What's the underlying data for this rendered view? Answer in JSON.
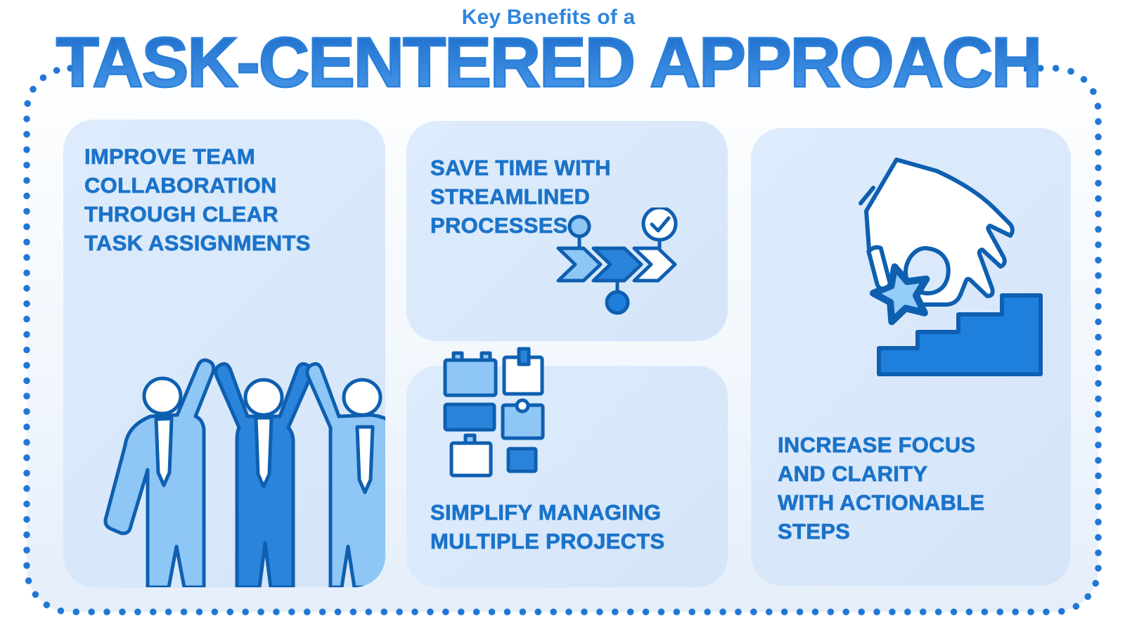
{
  "header": {
    "subtitle": "Key Benefits of a",
    "title": "TASK-CENTERED APPROACH"
  },
  "cards": [
    {
      "id": "improve-team-collaboration",
      "heading": "IMPROVE TEAM\nCOLLABORATION\nTHROUGH CLEAR\nTASK ASSIGNMENTS",
      "icon": "team-high-five-illustration"
    },
    {
      "id": "save-time",
      "heading": "SAVE TIME WITH\nSTREAMLINED\nPROCESSES",
      "icon": "process-flow-arrows-icon"
    },
    {
      "id": "simplify-managing",
      "heading": "SIMPLIFY MANAGING\nMULTIPLE PROJECTS",
      "icon": "sticky-notes-icon"
    },
    {
      "id": "increase-focus",
      "heading": "INCREASE FOCUS\nAND CLARITY\nWITH ACTIONABLE\nSTEPS",
      "icon": "hand-picking-star-stairs-illustration"
    }
  ],
  "palette": {
    "title_blue": "#2b80d8",
    "subtitle_blue": "#2f85e0",
    "heading_blue": "#1b73c9",
    "card_background": "#d9e8fb",
    "dotted_border": "#2177d6",
    "illustration_outline": "#0e5fb0",
    "fill_light_blue": "#8ec6f5",
    "fill_medium_blue": "#2b84dc",
    "fill_white": "#ffffff",
    "canvas_bottom": "#e6effa"
  }
}
